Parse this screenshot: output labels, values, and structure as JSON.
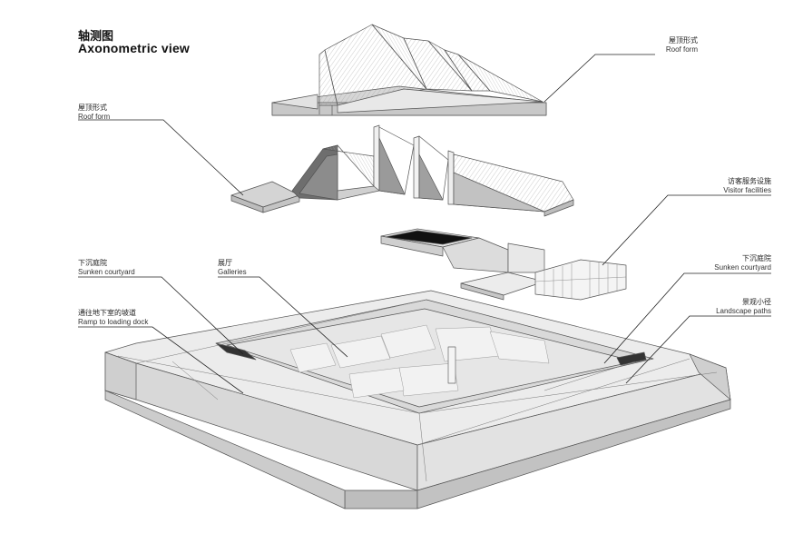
{
  "title": {
    "zh": "轴测图",
    "en": "Axonometric view"
  },
  "labels": {
    "roof_top": {
      "zh": "屋顶形式",
      "en": "Roof form"
    },
    "roof_left": {
      "zh": "屋顶形式",
      "en": "Roof form"
    },
    "visitor": {
      "zh": "访客服务设施",
      "en": "Visitor facilities"
    },
    "sunken_left": {
      "zh": "下沉庭院",
      "en": "Sunken courtyard"
    },
    "galleries": {
      "zh": "展厅",
      "en": "Galleries"
    },
    "sunken_right": {
      "zh": "下沉庭院",
      "en": "Sunken courtyard"
    },
    "ramp": {
      "zh": "通往地下室的坡道",
      "en": "Ramp to loading dock"
    },
    "landscape": {
      "zh": "景观小径",
      "en": "Landscape paths"
    }
  }
}
